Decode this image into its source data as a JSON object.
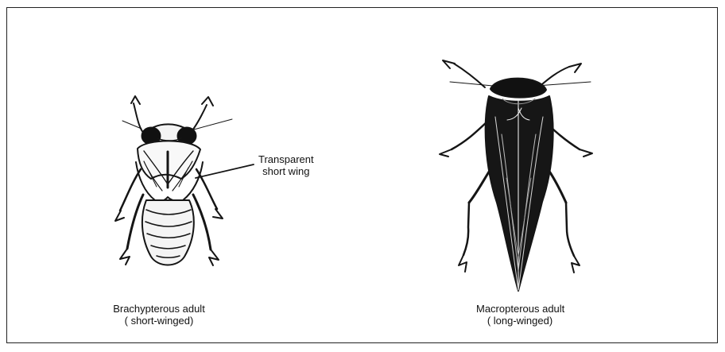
{
  "figure": {
    "callout": {
      "line1": "Transparent",
      "line2": "short wing"
    },
    "left": {
      "line1": "Brachypterous adult",
      "line2": "( short-winged)"
    },
    "right": {
      "line1": "Macropterous adult",
      "line2": "( long-winged)"
    }
  }
}
